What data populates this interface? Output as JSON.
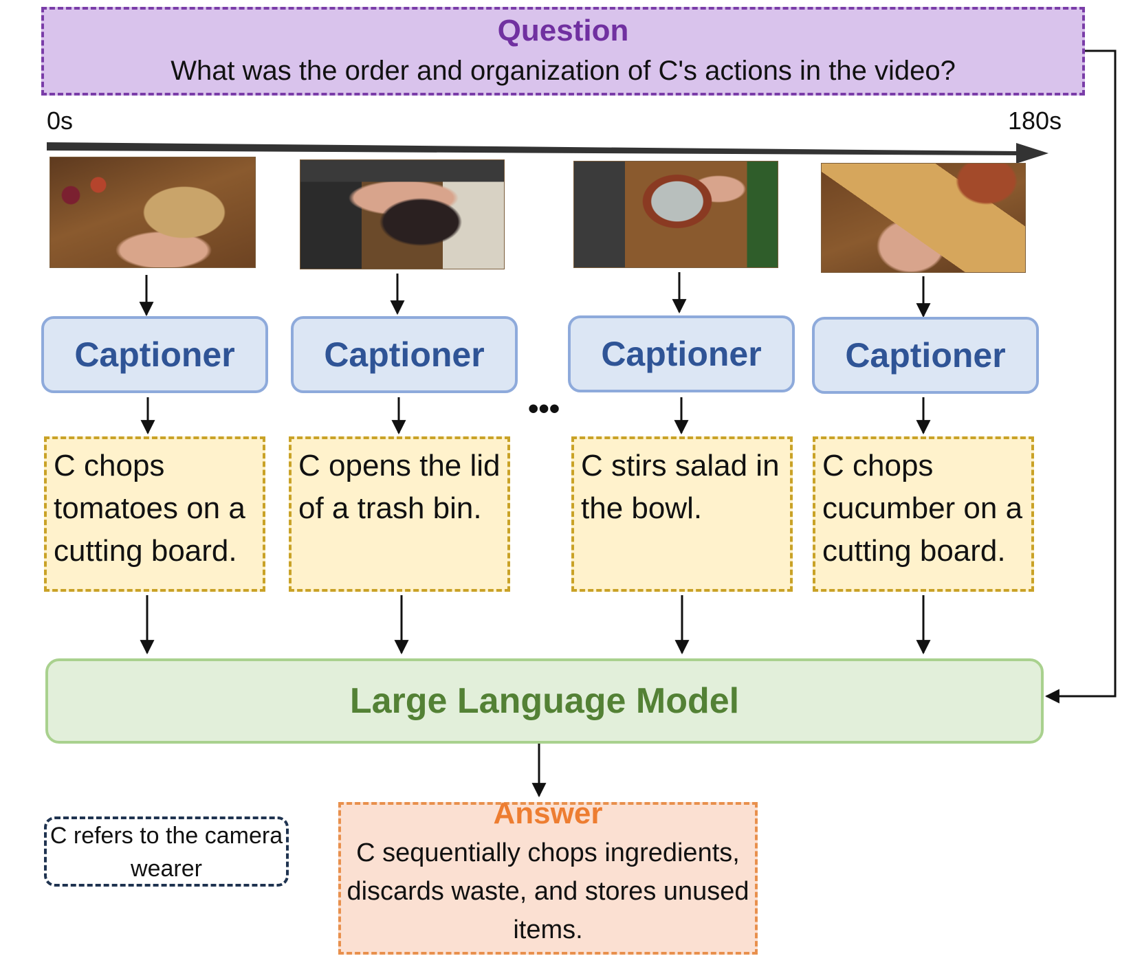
{
  "question": {
    "title": "Question",
    "text": "What was the order and organization of C's actions in the video?"
  },
  "timeline": {
    "start_label": "0s",
    "end_label": "180s"
  },
  "frames": [
    {
      "icon": "video-frame-chopping-tomatoes"
    },
    {
      "icon": "video-frame-opening-trash-bin"
    },
    {
      "icon": "video-frame-stirring-salad"
    },
    {
      "icon": "video-frame-chopping-cucumber"
    }
  ],
  "captioners": [
    "Captioner",
    "Captioner",
    "Captioner",
    "Captioner"
  ],
  "captions": [
    "C chops tomatoes on a cutting board.",
    "C opens the lid of a trash bin.",
    "C stirs salad in the bowl.",
    "C chops cucumber on a cutting board."
  ],
  "ellipsis": "•••",
  "llm": {
    "label": "Large Language Model"
  },
  "answer": {
    "title": "Answer",
    "text": "C sequentially chops ingredients, discards waste, and stores unused items."
  },
  "note": {
    "text": "C refers to the camera wearer"
  },
  "colors": {
    "question_fill": "#d9c3ec",
    "question_border": "#7a3da8",
    "question_title": "#7030a0",
    "captioner_fill": "#dce6f4",
    "captioner_border": "#8eaadb",
    "captioner_text": "#2f5496",
    "caption_fill": "#fff2cc",
    "caption_border": "#c9a227",
    "llm_fill": "#e2efda",
    "llm_border": "#a9d18e",
    "llm_text": "#538135",
    "answer_fill": "#fbe0d2",
    "answer_border": "#e8904d",
    "answer_title": "#ed7d31"
  }
}
